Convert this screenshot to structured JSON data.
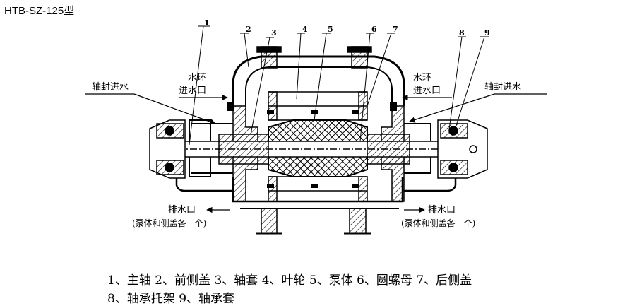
{
  "title": "HTB-SZ-125型",
  "callouts": [
    "1",
    "2",
    "3",
    "4",
    "5",
    "6",
    "7",
    "8",
    "9"
  ],
  "labels": {
    "seal_water_left": "轴封进水",
    "seal_water_right": "轴封进水",
    "ring_water_left_line1": "水环",
    "ring_water_left_line2": "进水口",
    "ring_water_right_line1": "水环",
    "ring_water_right_line2": "进水口",
    "drain_left": "排水口",
    "drain_left_note": "(泵体和侧盖各一个)",
    "drain_right": "排水口",
    "drain_right_note": "(泵体和侧盖各一个)"
  },
  "legend": {
    "line1": "1、主轴 2、前侧盖 3、轴套 4、叶轮 5、泵体 6、圆螺母 7、后侧盖",
    "line2": "8、轴承托架 9、轴承套"
  }
}
